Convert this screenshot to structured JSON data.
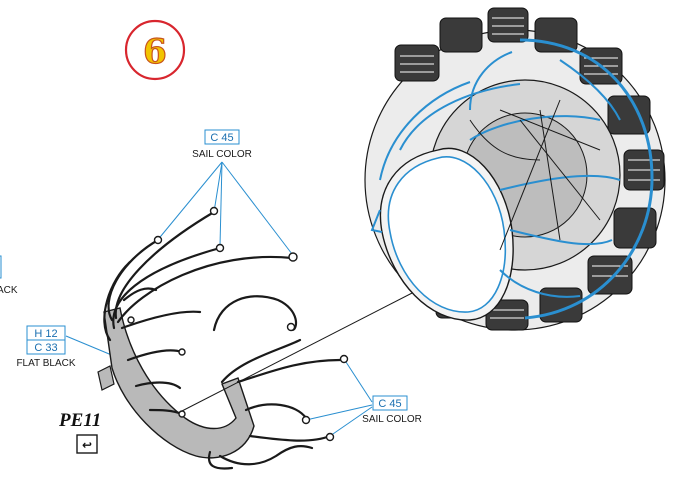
{
  "step": {
    "number": "6"
  },
  "callouts": {
    "top_color": {
      "code": "C 45",
      "name": "SAIL COLOR"
    },
    "left_color": {
      "code1": "H 12",
      "code2": "C 33",
      "name": "FLAT BLACK"
    },
    "bottom_color": {
      "code": "C 45",
      "name": "SAIL COLOR"
    },
    "edge_fragment": "ACK"
  },
  "part": {
    "number": "PE11",
    "symbol": "↩"
  },
  "colors": {
    "harness_line": "#1a1a1a",
    "sail_blue": "#2a8fd0",
    "band_gray": "#b9b9b9",
    "step_fill": "#f2c400",
    "step_ring": "#d8262e"
  }
}
